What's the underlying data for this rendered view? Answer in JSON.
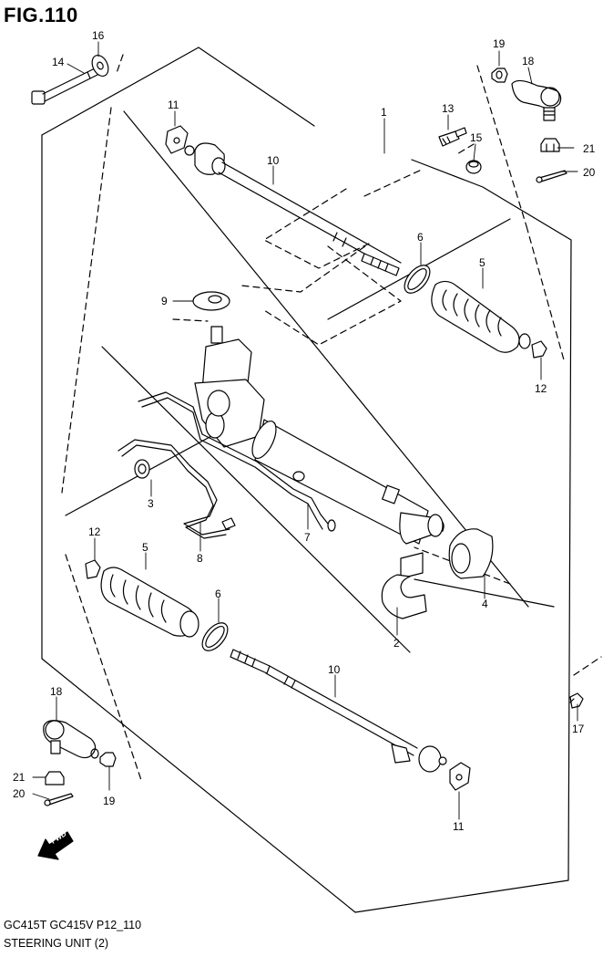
{
  "figure": {
    "title": "FIG.110",
    "footer_models": "GC415T GC415V P12_110",
    "footer_name": "STEERING UNIT (2)",
    "fwd_label": "FWD"
  },
  "callouts": [
    {
      "id": "c16",
      "text": "16"
    },
    {
      "id": "c14",
      "text": "14"
    },
    {
      "id": "c19a",
      "text": "19"
    },
    {
      "id": "c18a",
      "text": "18"
    },
    {
      "id": "c11a",
      "text": "11"
    },
    {
      "id": "c1",
      "text": "1"
    },
    {
      "id": "c13",
      "text": "13"
    },
    {
      "id": "c15",
      "text": "15"
    },
    {
      "id": "c21a",
      "text": "21"
    },
    {
      "id": "c20a",
      "text": "20"
    },
    {
      "id": "c10a",
      "text": "10"
    },
    {
      "id": "c6a",
      "text": "6"
    },
    {
      "id": "c5a",
      "text": "5"
    },
    {
      "id": "c9",
      "text": "9"
    },
    {
      "id": "c12a",
      "text": "12"
    },
    {
      "id": "c3",
      "text": "3"
    },
    {
      "id": "c7",
      "text": "7"
    },
    {
      "id": "c8",
      "text": "8"
    },
    {
      "id": "c12b",
      "text": "12"
    },
    {
      "id": "c5b",
      "text": "5"
    },
    {
      "id": "c6b",
      "text": "6"
    },
    {
      "id": "c4",
      "text": "4"
    },
    {
      "id": "c2",
      "text": "2"
    },
    {
      "id": "c10b",
      "text": "10"
    },
    {
      "id": "c18b",
      "text": "18"
    },
    {
      "id": "c17",
      "text": "17"
    },
    {
      "id": "c21b",
      "text": "21"
    },
    {
      "id": "c20b",
      "text": "20"
    },
    {
      "id": "c19b",
      "text": "19"
    },
    {
      "id": "c11b",
      "text": "11"
    }
  ]
}
